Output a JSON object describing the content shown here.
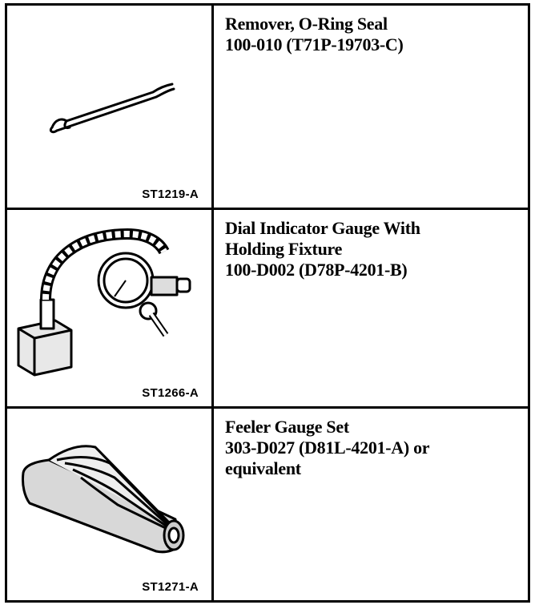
{
  "tools": [
    {
      "code": "ST1219-A",
      "lines": [
        "Remover, O-Ring Seal",
        "100-010 (T71P-19703-C)"
      ],
      "icon": "o-ring-remover-icon"
    },
    {
      "code": "ST1266-A",
      "lines": [
        "Dial Indicator Gauge With",
        "Holding Fixture",
        "100-D002 (D78P-4201-B)"
      ],
      "icon": "dial-indicator-gauge-icon"
    },
    {
      "code": "ST1271-A",
      "lines": [
        "Feeler Gauge Set",
        "303-D027 (D81L-4201-A) or",
        "equivalent"
      ],
      "icon": "feeler-gauge-set-icon"
    }
  ]
}
